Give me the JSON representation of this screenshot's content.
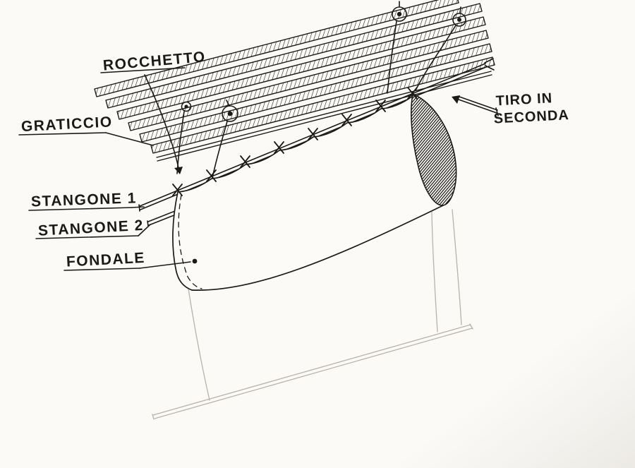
{
  "figure": {
    "labels": {
      "rocchetto": "ROCCHETTO",
      "graticcio": "GRATICCIO",
      "stangone1": "STANGONE 1",
      "stangone2": "STANGONE 2",
      "fondale": "FONDALE",
      "tiro_line1": "TIRO IN",
      "tiro_line2": "SECONDA"
    },
    "colors": {
      "ink": "#1c1a18",
      "paper": "#fbfaf7",
      "faint": "#b9b2ab"
    }
  }
}
